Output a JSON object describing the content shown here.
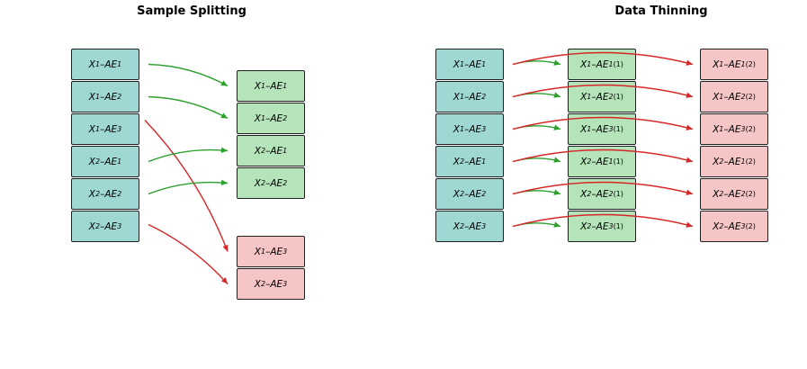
{
  "colors": {
    "original": "#9fd8d3",
    "train": "#b5e3ba",
    "test": "#f6c5c6",
    "train_arrow": "#2ca02c",
    "test_arrow": "#d62728"
  },
  "left_panel": {
    "title": "Sample Splitting",
    "source": [
      {
        "var": "X",
        "sub1": "1",
        "mid": "–AE",
        "sub2": "1"
      },
      {
        "var": "X",
        "sub1": "1",
        "mid": "–AE",
        "sub2": "2"
      },
      {
        "var": "X",
        "sub1": "1",
        "mid": "–AE",
        "sub2": "3"
      },
      {
        "var": "X",
        "sub1": "2",
        "mid": "–AE",
        "sub2": "1"
      },
      {
        "var": "X",
        "sub1": "2",
        "mid": "–AE",
        "sub2": "2"
      },
      {
        "var": "X",
        "sub1": "2",
        "mid": "–AE",
        "sub2": "3"
      }
    ],
    "train": [
      {
        "var": "X",
        "sub1": "1",
        "mid": "–AE",
        "sub2": "1"
      },
      {
        "var": "X",
        "sub1": "1",
        "mid": "–AE",
        "sub2": "2"
      },
      {
        "var": "X",
        "sub1": "2",
        "mid": "–AE",
        "sub2": "1"
      },
      {
        "var": "X",
        "sub1": "2",
        "mid": "–AE",
        "sub2": "2"
      }
    ],
    "test": [
      {
        "var": "X",
        "sub1": "1",
        "mid": "–AE",
        "sub2": "3"
      },
      {
        "var": "X",
        "sub1": "2",
        "mid": "–AE",
        "sub2": "3"
      }
    ]
  },
  "right_panel": {
    "title": "Data Thinning",
    "source": [
      {
        "var": "X",
        "sub1": "1",
        "mid": "–AE",
        "sub2": "1"
      },
      {
        "var": "X",
        "sub1": "1",
        "mid": "–AE",
        "sub2": "2"
      },
      {
        "var": "X",
        "sub1": "1",
        "mid": "–AE",
        "sub2": "3"
      },
      {
        "var": "X",
        "sub1": "2",
        "mid": "–AE",
        "sub2": "1"
      },
      {
        "var": "X",
        "sub1": "2",
        "mid": "–AE",
        "sub2": "2"
      },
      {
        "var": "X",
        "sub1": "2",
        "mid": "–AE",
        "sub2": "3"
      }
    ],
    "fold1": [
      {
        "var": "X",
        "sub1": "1",
        "mid": "–AE",
        "sub2": "1",
        "sup": "(1)"
      },
      {
        "var": "X",
        "sub1": "1",
        "mid": "–AE",
        "sub2": "2",
        "sup": "(1)"
      },
      {
        "var": "X",
        "sub1": "1",
        "mid": "–AE",
        "sub2": "3",
        "sup": "(1)"
      },
      {
        "var": "X",
        "sub1": "2",
        "mid": "–AE",
        "sub2": "1",
        "sup": "(1)"
      },
      {
        "var": "X",
        "sub1": "2",
        "mid": "–AE",
        "sub2": "2",
        "sup": "(1)"
      },
      {
        "var": "X",
        "sub1": "2",
        "mid": "–AE",
        "sub2": "3",
        "sup": "(1)"
      }
    ],
    "fold2": [
      {
        "var": "X",
        "sub1": "1",
        "mid": "–AE",
        "sub2": "1",
        "sup": "(2)"
      },
      {
        "var": "X",
        "sub1": "1",
        "mid": "–AE",
        "sub2": "2",
        "sup": "(2)"
      },
      {
        "var": "X",
        "sub1": "1",
        "mid": "–AE",
        "sub2": "3",
        "sup": "(2)"
      },
      {
        "var": "X",
        "sub1": "2",
        "mid": "–AE",
        "sub2": "1",
        "sup": "(2)"
      },
      {
        "var": "X",
        "sub1": "2",
        "mid": "–AE",
        "sub2": "2",
        "sup": "(2)"
      },
      {
        "var": "X",
        "sub1": "2",
        "mid": "–AE",
        "sub2": "3",
        "sup": "(2)"
      }
    ]
  }
}
